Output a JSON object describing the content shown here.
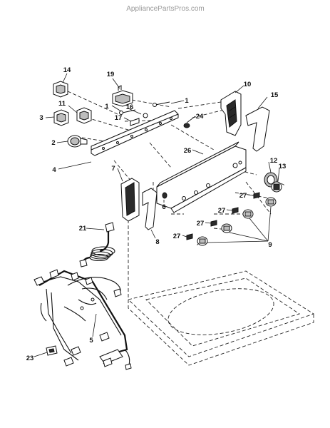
{
  "watermark": "AppliancePartsPros.com",
  "callouts": {
    "c14": "14",
    "c19": "19",
    "c1a": "1",
    "c1b": "1",
    "c10": "10",
    "c15": "15",
    "c11": "11",
    "c16": "16",
    "c3": "3",
    "c17": "17",
    "c24": "24",
    "c2": "2",
    "c26": "26",
    "c12": "12",
    "c13": "13",
    "c4": "4",
    "c7": "7",
    "c27a": "27",
    "c6": "6",
    "c27b": "27",
    "c27c": "27",
    "c27d": "27",
    "c21": "21",
    "c8": "8",
    "c9": "9",
    "c5": "5",
    "c23": "23"
  }
}
